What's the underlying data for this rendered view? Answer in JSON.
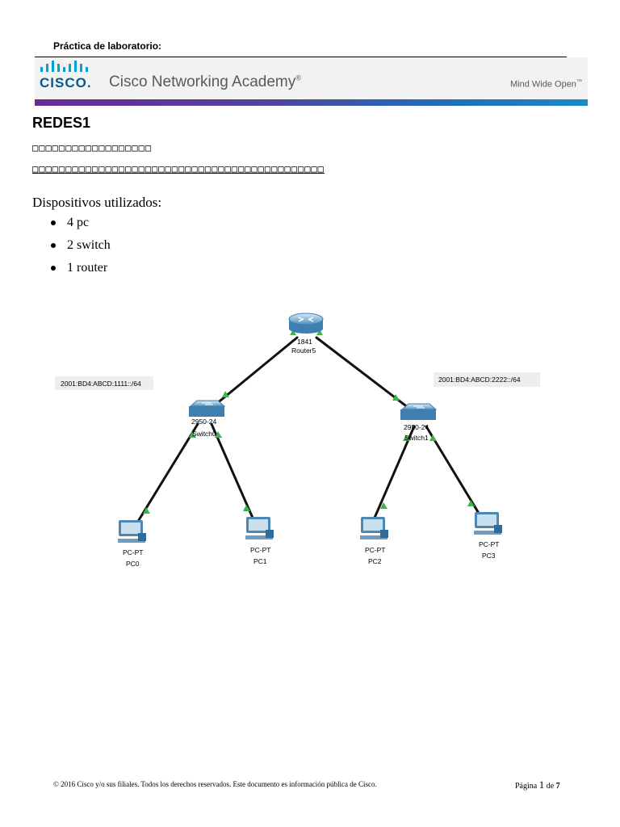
{
  "header": {
    "lab_label": "Práctica de laboratorio:",
    "brand_word": "CISCO.",
    "academy_name": "Cisco Networking Academy",
    "academy_mark": "®",
    "tagline": "Mind Wide Open",
    "tagline_mark": "™"
  },
  "document": {
    "title": "REDES1",
    "garbled_line_1": "□□□□□□□□□□□□□□□□□□",
    "garbled_line_2": "□□□□□□□□□□□□□□□□□□□□□□□□□□□□□□□□□□□□□□□□□□□□",
    "devices_heading": "Dispositivos utilizados:",
    "devices": [
      "4 pc",
      "2 switch",
      "1 router"
    ]
  },
  "topology": {
    "router": {
      "model": "1841",
      "name": "Router5"
    },
    "switches": [
      {
        "model": "2950-24",
        "name": "Switch0"
      },
      {
        "model": "2950-24",
        "name": "Switch1"
      }
    ],
    "pcs": [
      {
        "model": "PC-PT",
        "name": "PC0"
      },
      {
        "model": "PC-PT",
        "name": "PC1"
      },
      {
        "model": "PC-PT",
        "name": "PC2"
      },
      {
        "model": "PC-PT",
        "name": "PC3"
      }
    ],
    "networks": [
      "2001:BD4:ABCD:1111::/64",
      "2001:BD4:ABCD:2222::/64"
    ],
    "link_status_color": "#3cb44b"
  },
  "footer": {
    "copyright": "© 2016 Cisco y/o sus filiales. Todos los derechos reservados. Este documento es información pública de Cisco.",
    "page_word": "Página",
    "page_number": "1",
    "of_word": "de",
    "total_pages": "7"
  }
}
